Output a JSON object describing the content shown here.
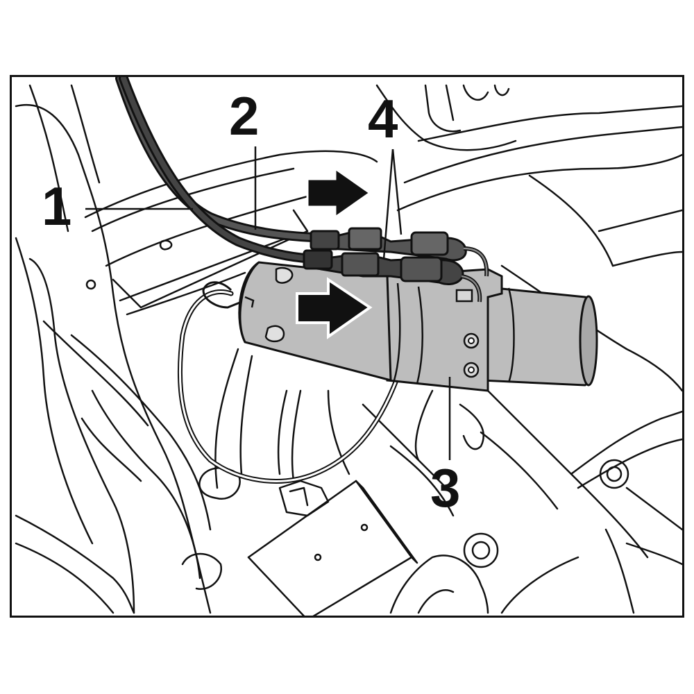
{
  "figure": {
    "callouts": {
      "c1": "1",
      "c2": "2",
      "c3": "3",
      "c4": "4"
    },
    "colors": {
      "line": "#111111",
      "hose": "#3a3a3a",
      "component_fill": "#bdbdbd",
      "component_shadow": "#9a9a9a",
      "arrow": "#111111",
      "background": "#ffffff"
    },
    "icons": [
      "direction-arrow-icon"
    ]
  }
}
